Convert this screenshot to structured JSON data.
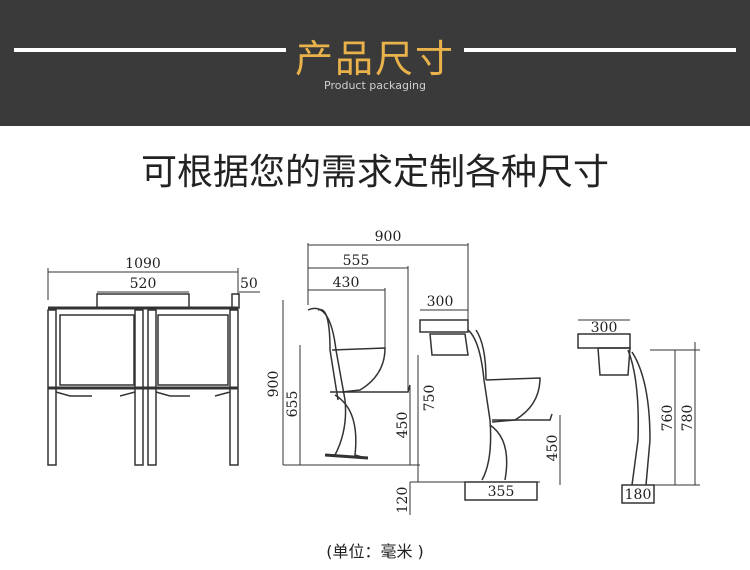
{
  "banner": {
    "title": "产品尺寸",
    "subtitle": "Product packaging",
    "title_color": "#e9b24a",
    "background": "#3a3a3a"
  },
  "headline": "可根据您的需求定制各种尺寸",
  "diagram": {
    "front_view": {
      "total_width": "1090",
      "inner_width": "520",
      "depth": "50"
    },
    "side_view_1": {
      "total_depth": "900",
      "seat_depth": "555",
      "armrest": "430",
      "desk_depth": "300",
      "total_height": "900",
      "seat_height": "655",
      "desk_height": "750",
      "seat_surface": "450",
      "offset": "120",
      "base_width": "355"
    },
    "side_view_2": {
      "desk_depth": "300",
      "height_1": "760",
      "height_2": "780",
      "seat_surface": "450",
      "base_width": "180"
    }
  },
  "unit_note": "(单位：毫米 )"
}
